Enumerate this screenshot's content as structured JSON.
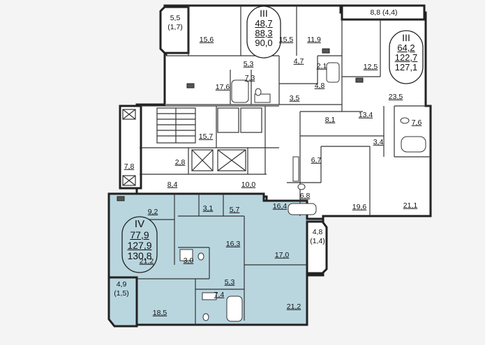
{
  "apartments": [
    {
      "id": "a",
      "type": "III",
      "living": "48,7",
      "total": "88,3",
      "total_with_balcony": "90,0"
    },
    {
      "id": "b",
      "type": "III",
      "living": "64,2",
      "total": "122,7",
      "total_with_balcony": "127,1"
    },
    {
      "id": "c",
      "type": "IV",
      "living": "77,9",
      "total": "127,9",
      "total_with_balcony": "130,8"
    }
  ],
  "balconies": [
    {
      "id": "b1",
      "area": "5,5",
      "sub": "(1,7)"
    },
    {
      "id": "b2",
      "area": "8,8 (4,4)",
      "sub": ""
    },
    {
      "id": "b3",
      "area": "4,8",
      "sub": "(1,4)"
    },
    {
      "id": "b4",
      "area": "4,9",
      "sub": "(1,5)"
    }
  ],
  "rooms": {
    "r15_6": "15,6",
    "r15_5": "15,5",
    "r11_9": "11,9",
    "r5_3a": "5,3",
    "r7_3": "7,3",
    "r4_7": "4,7",
    "r2_1": "2,1",
    "r17_6": "17,6",
    "r4_8": "4,8",
    "r3_5": "3,5",
    "r12_5": "12,5",
    "r23_5": "23,5",
    "r13_4": "13,4",
    "r8_1": "8,1",
    "r7_6": "7,6",
    "r3_4": "3,4",
    "r15_7": "15,7",
    "r7_8": "7,8",
    "r2_8": "2,8",
    "r6_7": "6,7",
    "r8_4": "8,4",
    "r10_0": "10,0",
    "r6_8": "6,8",
    "r19_6": "19,6",
    "r21_1": "21,1",
    "r16_4": "16,4",
    "r9_2": "9,2",
    "r3_1": "3,1",
    "r5_7": "5,7",
    "r16_3": "16,3",
    "r17_0": "17,0",
    "r21_2a": "21,2",
    "r3_0": "3,0",
    "r5_3b": "5,3",
    "r7_4": "7,4",
    "r18_5": "18,5",
    "r21_2b": "21,2"
  },
  "colors": {
    "highlight": "#b9d6df",
    "wall": "#222222",
    "floor": "#ffffff",
    "background": "#f4f4f4"
  }
}
